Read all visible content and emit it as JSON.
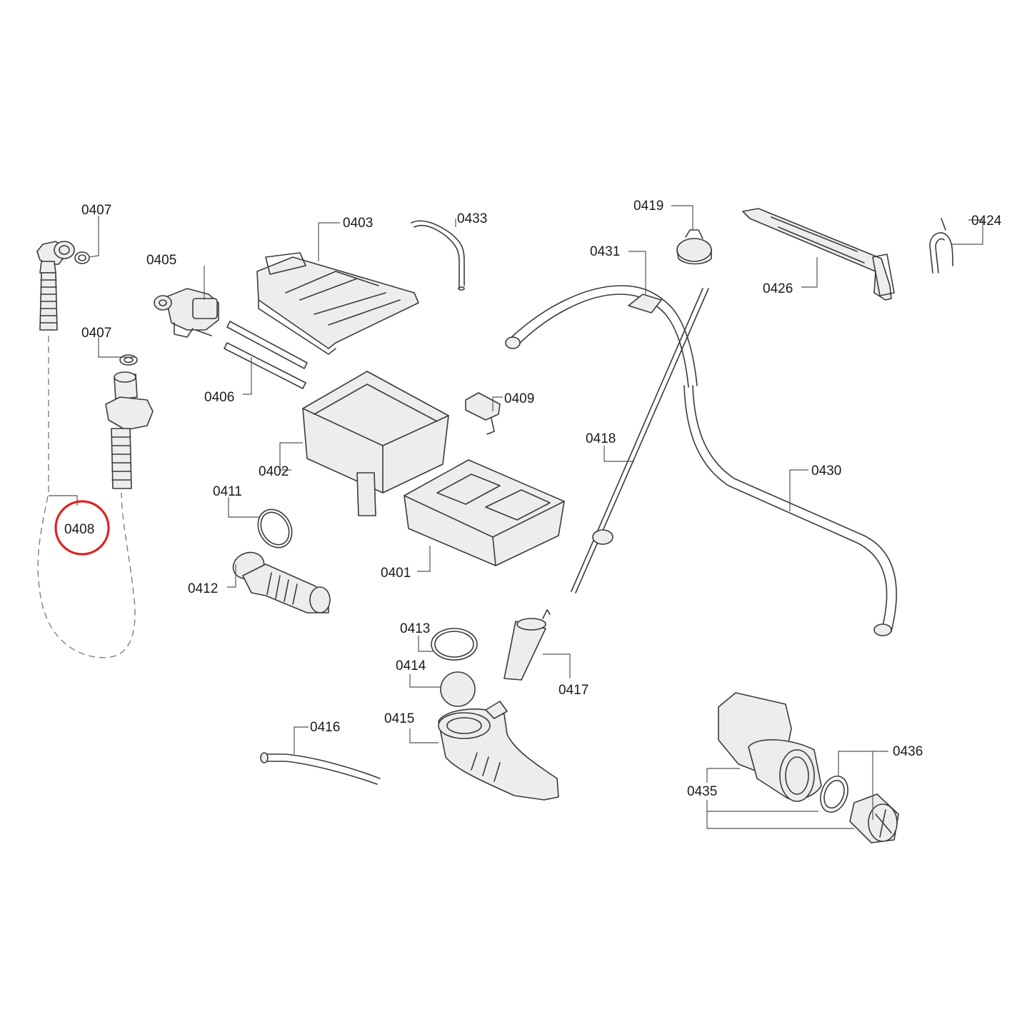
{
  "diagram": {
    "highlight_color": "#e02020",
    "highlighted_part": "0408",
    "labels": {
      "p0407a": "0407",
      "p0407b": "0407",
      "p0408": "0408",
      "p0405": "0405",
      "p0403": "0403",
      "p0433": "0433",
      "p0406": "0406",
      "p0402": "0402",
      "p0409": "0409",
      "p0411": "0411",
      "p0412": "0412",
      "p0401": "0401",
      "p0419": "0419",
      "p0431": "0431",
      "p0426": "0426",
      "p0424": "0424",
      "p0418": "0418",
      "p0430": "0430",
      "p0413": "0413",
      "p0414": "0414",
      "p0415": "0415",
      "p0416": "0416",
      "p0417": "0417",
      "p0435": "0435",
      "p0436": "0436"
    }
  }
}
